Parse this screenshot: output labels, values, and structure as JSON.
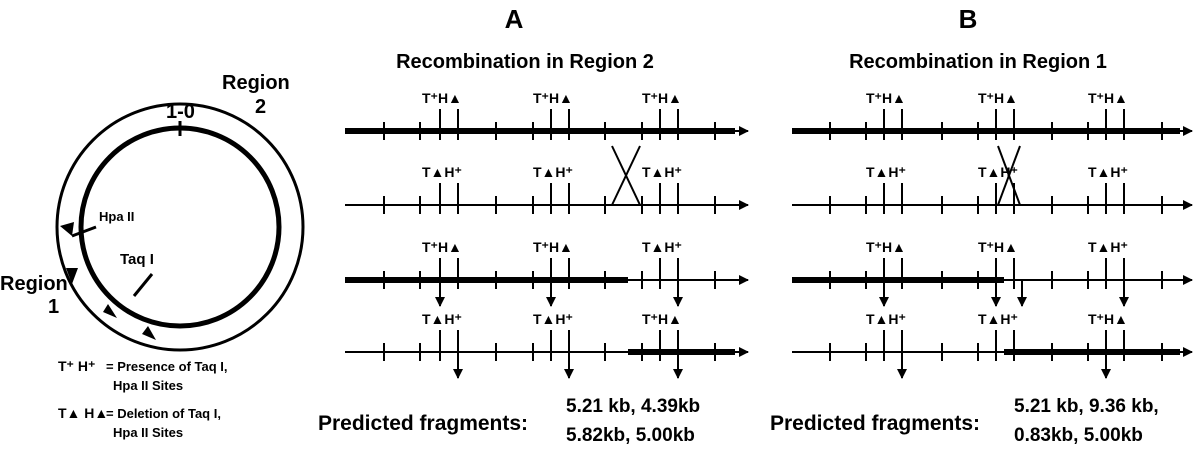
{
  "circle": {
    "region2": "Region",
    "region2_num": "2",
    "region1": "Region",
    "region1_num": "1",
    "origin": "1-0",
    "hpa": "Hpa II",
    "taq": "Taq I"
  },
  "legend": {
    "presence_sym": "T⁺ H⁺",
    "presence_l1": "= Presence of Taq I,",
    "presence_l2": "Hpa II Sites",
    "deletion_sym": "T▲ H▲",
    "deletion_l1": "= Deletion of Taq I,",
    "deletion_l2": "Hpa II Sites"
  },
  "panels": [
    {
      "letter": "A",
      "title": "Recombination in Region 2",
      "predicted_label": "Predicted fragments:",
      "frag_line1": "5.21 kb, 4.39kb",
      "frag_line2": "5.82kb, 5.00kb"
    },
    {
      "letter": "B",
      "title": "Recombination in Region 1",
      "predicted_label": "Predicted fragments:",
      "frag_line1": "5.21 kb, 9.36 kb,",
      "frag_line2": "0.83kb, 5.00kb"
    }
  ],
  "site_labels": {
    "tp_ha": "T⁺H▲",
    "ta_hp": "T▲H⁺"
  }
}
